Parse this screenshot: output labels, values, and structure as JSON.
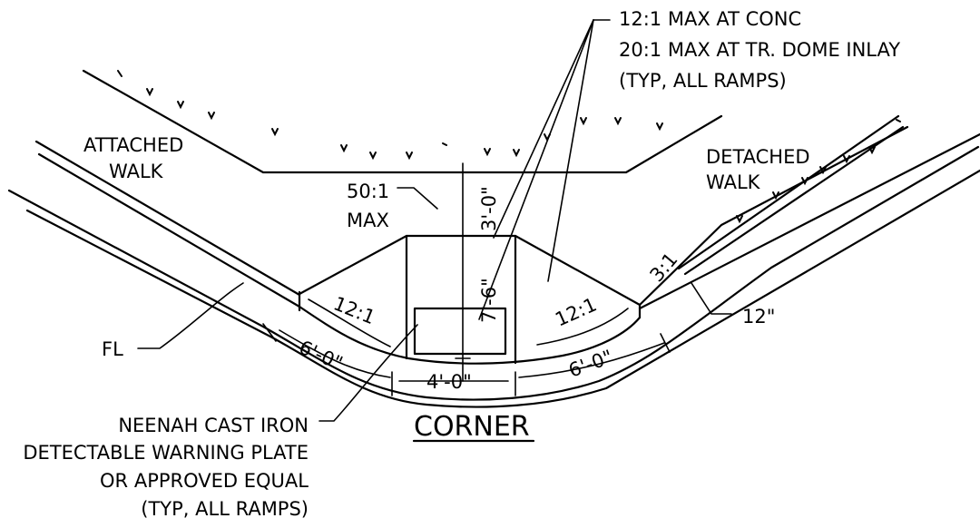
{
  "title": "CORNER",
  "callouts": {
    "slope_line1": "12:1 MAX AT CONC",
    "slope_line2": "20:1 MAX AT TR. DOME INLAY",
    "slope_line3": "(TYP, ALL RAMPS)",
    "attached_line1": "ATTACHED",
    "attached_line2": "WALK",
    "detached_line1": "DETACHED",
    "detached_line2": "WALK",
    "max50_line1": "50:1",
    "max50_line2": "MAX",
    "fl": "FL",
    "twelve_inch": "12\"",
    "neenah_line1": "NEENAH CAST IRON",
    "neenah_line2": "DETECTABLE WARNING PLATE",
    "neenah_line3": "OR APPROVED EQUAL",
    "neenah_line4": "(TYP, ALL RAMPS)"
  },
  "dimensions": {
    "three_ft": "3'-0\"",
    "seven_six": "7'-6\"",
    "left_slope": "12:1",
    "right_slope": "12:1",
    "three_to_one": "3:1",
    "left_six": "6'-0\"",
    "center_four": "4'-0\"",
    "right_six": "6'-0\""
  }
}
